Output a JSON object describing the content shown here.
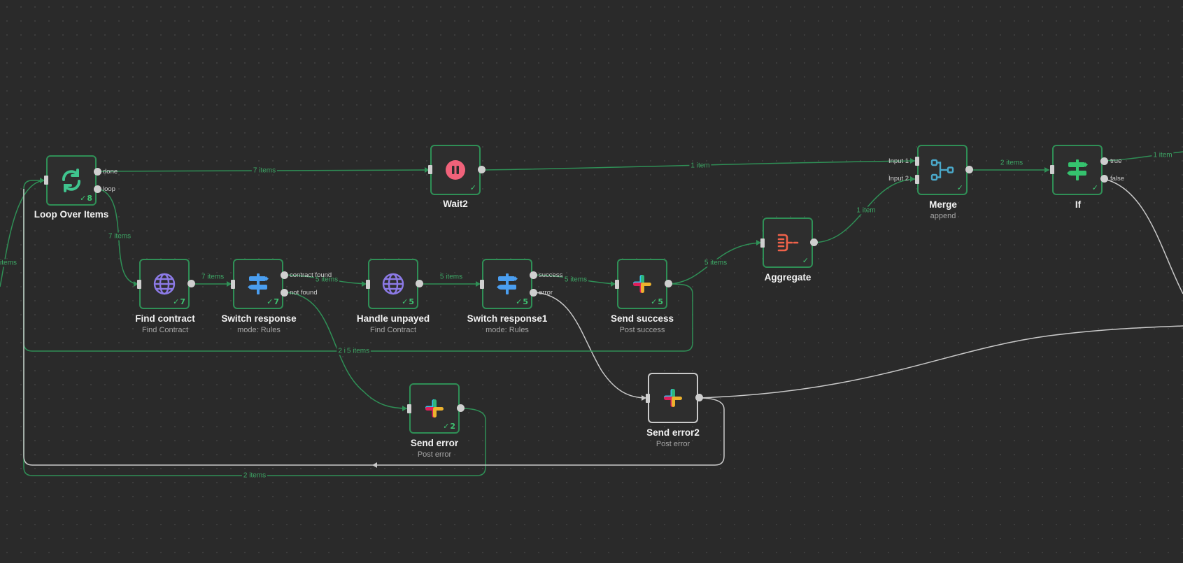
{
  "nodes": {
    "loop": {
      "title": "Loop Over Items",
      "count": "8",
      "icon": "loop-icon",
      "out_done": "done",
      "out_loop": "loop"
    },
    "wait2": {
      "title": "Wait2",
      "icon": "pause-icon"
    },
    "merge": {
      "title": "Merge",
      "subtitle": "append",
      "in1": "Input 1",
      "in2": "Input 2",
      "icon": "merge-icon"
    },
    "if": {
      "title": "If",
      "out_true": "true",
      "out_false": "false",
      "icon": "if-icon"
    },
    "find_contract": {
      "title": "Find contract",
      "subtitle": "Find Contract",
      "count": "7",
      "icon": "globe-icon"
    },
    "switch_response": {
      "title": "Switch response",
      "subtitle": "mode: Rules",
      "count": "7",
      "out1": "contract found",
      "out2": "not found",
      "icon": "switch-icon"
    },
    "handle_unpayed": {
      "title": "Handle unpayed",
      "subtitle": "Find Contract",
      "count": "5",
      "icon": "globe-icon"
    },
    "switch_response1": {
      "title": "Switch response1",
      "subtitle": "mode: Rules",
      "count": "5",
      "out1": "success",
      "out2": "error",
      "icon": "switch-icon"
    },
    "send_success": {
      "title": "Send success",
      "subtitle": "Post success",
      "count": "5",
      "icon": "slack-icon"
    },
    "aggregate": {
      "title": "Aggregate",
      "icon": "aggregate-icon"
    },
    "send_error": {
      "title": "Send error",
      "subtitle": "Post error",
      "count": "2",
      "icon": "slack-icon"
    },
    "send_error2": {
      "title": "Send error2",
      "subtitle": "Post error",
      "icon": "slack-icon"
    }
  },
  "edge_labels": {
    "left_in": "items",
    "loop_to_wait": "7 items",
    "wait_to_merge": "1 item",
    "merge_to_if": "2 items",
    "if_true": "1 item",
    "loop_to_find": "7 items",
    "find_to_switch": "7 items",
    "switch_to_handle": "5 items",
    "handle_to_switch1": "5 items",
    "switch1_to_success": "5 items",
    "success_to_aggregate": "5 items",
    "aggregate_to_merge": "1 item",
    "loopback_a": "2 it",
    "loopback_b": "5 items",
    "error_loopback": "2 items"
  },
  "colors": {
    "canvas": "#2a2a2a",
    "success_green": "#2f8f56",
    "edge_white": "#c9c9c9"
  }
}
